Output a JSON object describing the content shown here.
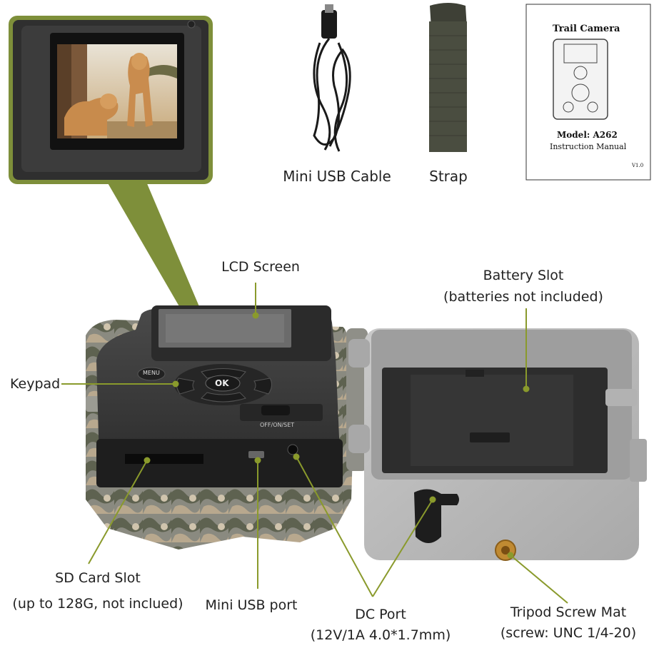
{
  "accessories": {
    "cable_label": "Mini USB Cable",
    "strap_label": "Strap"
  },
  "manual": {
    "title": "Trail Camera",
    "model": "Model: A262",
    "subtitle": "Instruction Manual",
    "version": "V1.0"
  },
  "camera": {
    "menu_key": "MENU",
    "ok_key": "OK",
    "switch_label": "OFF/ON/SET"
  },
  "callouts": {
    "lcd_screen": "LCD Screen",
    "battery_slot_line1": "Battery Slot",
    "battery_slot_line2": "(batteries not included)",
    "keypad": "Keypad",
    "sd_card_line1": "SD Card Slot",
    "sd_card_line2": "(up to 128G, not inclued)",
    "mini_usb_port": "Mini USB port",
    "dc_port_line1": "DC Port",
    "dc_port_line2": "(12V/1A 4.0*1.7mm)",
    "tripod_line1": "Tripod Screw Mat",
    "tripod_line2": "(screw: UNC 1/4-20)"
  },
  "colors": {
    "callout_line": "#8a9a2c",
    "zoom_frame": "#7e8f3a",
    "camera_body": "#3a3a3a",
    "battery_case": "#b9b9b9"
  }
}
